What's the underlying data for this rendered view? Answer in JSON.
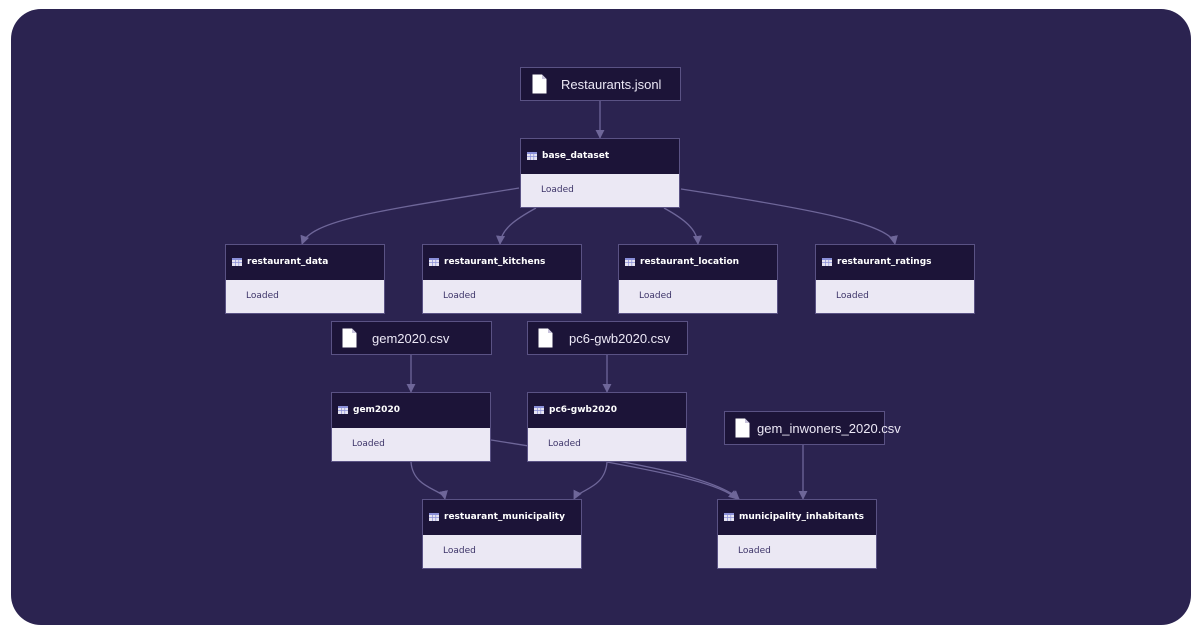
{
  "colors": {
    "background": "#2b2350",
    "node_header": "#1c1438",
    "node_body": "#ebe8f4",
    "edge": "#6e6699"
  },
  "files": {
    "restaurants": {
      "name": "Restaurants.jsonl",
      "icon": "file-icon"
    },
    "gem2020": {
      "name": "gem2020.csv",
      "icon": "file-icon"
    },
    "pc6": {
      "name": "pc6-gwb2020.csv",
      "icon": "file-icon"
    },
    "inwoners": {
      "name": "gem_inwoners_2020.csv",
      "icon": "file-icon"
    }
  },
  "tables": {
    "base_dataset": {
      "name": "base_dataset",
      "status": "Loaded",
      "icon": "table-icon"
    },
    "restaurant_data": {
      "name": "restaurant_data",
      "status": "Loaded",
      "icon": "table-icon"
    },
    "restaurant_kitchens": {
      "name": "restaurant_kitchens",
      "status": "Loaded",
      "icon": "table-icon"
    },
    "restaurant_location": {
      "name": "restaurant_location",
      "status": "Loaded",
      "icon": "table-icon"
    },
    "restaurant_ratings": {
      "name": "restaurant_ratings",
      "status": "Loaded",
      "icon": "table-icon"
    },
    "gem2020": {
      "name": "gem2020",
      "status": "Loaded",
      "icon": "table-icon"
    },
    "pc6_gwb2020": {
      "name": "pc6-gwb2020",
      "status": "Loaded",
      "icon": "table-icon"
    },
    "restuarant_municipality": {
      "name": "restuarant_municipality",
      "status": "Loaded",
      "icon": "table-icon"
    },
    "municipality_inhabitants": {
      "name": "municipality_inhabitants",
      "status": "Loaded",
      "icon": "table-icon"
    }
  },
  "edges": [
    {
      "from": "file:restaurants",
      "to": "table:base_dataset"
    },
    {
      "from": "table:base_dataset",
      "to": "table:restaurant_data"
    },
    {
      "from": "table:base_dataset",
      "to": "table:restaurant_kitchens"
    },
    {
      "from": "table:base_dataset",
      "to": "table:restaurant_location"
    },
    {
      "from": "table:base_dataset",
      "to": "table:restaurant_ratings"
    },
    {
      "from": "file:gem2020",
      "to": "table:gem2020"
    },
    {
      "from": "file:pc6",
      "to": "table:pc6_gwb2020"
    },
    {
      "from": "table:gem2020",
      "to": "table:restuarant_municipality"
    },
    {
      "from": "table:pc6_gwb2020",
      "to": "table:restuarant_municipality"
    },
    {
      "from": "table:gem2020",
      "to": "table:municipality_inhabitants"
    },
    {
      "from": "table:pc6_gwb2020",
      "to": "table:municipality_inhabitants"
    },
    {
      "from": "file:inwoners",
      "to": "table:municipality_inhabitants"
    }
  ]
}
